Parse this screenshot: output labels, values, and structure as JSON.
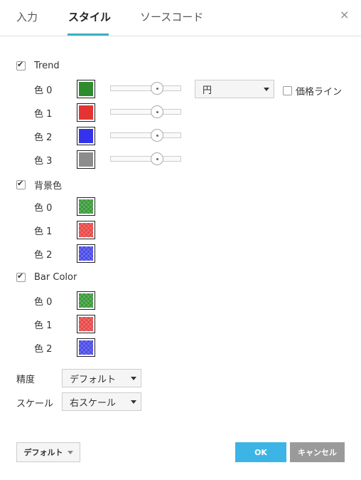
{
  "tabs": [
    "入力",
    "スタイル",
    "ソースコード"
  ],
  "close_glyph": "×",
  "trend": {
    "label": "Trend",
    "checked": true,
    "rows": [
      {
        "label": "色 0",
        "color": "#2e8b2e"
      },
      {
        "label": "色 1",
        "color": "#e53333"
      },
      {
        "label": "色 2",
        "color": "#3333ee"
      },
      {
        "label": "色 3",
        "color": "#8c8c8c"
      }
    ],
    "shape_select": "円",
    "price_line_label": "価格ライン",
    "price_line_checked": false
  },
  "background": {
    "label": "背景色",
    "checked": true,
    "rows": [
      {
        "label": "色 0",
        "color": "#3a9a3a"
      },
      {
        "label": "色 1",
        "color": "#e84848"
      },
      {
        "label": "色 2",
        "color": "#4a4ae8"
      }
    ]
  },
  "bar_color": {
    "label": "Bar Color",
    "checked": true,
    "rows": [
      {
        "label": "色 0",
        "color": "#3a9a3a"
      },
      {
        "label": "色 1",
        "color": "#e84848"
      },
      {
        "label": "色 2",
        "color": "#4a4ae8"
      }
    ]
  },
  "precision": {
    "label": "精度",
    "value": "デフォルト"
  },
  "scale": {
    "label": "スケール",
    "value": "右スケール"
  },
  "footer": {
    "default_label": "デフォルト",
    "ok_label": "OK",
    "cancel_label": "キャンセル"
  },
  "accent_color": "#39b3c2"
}
